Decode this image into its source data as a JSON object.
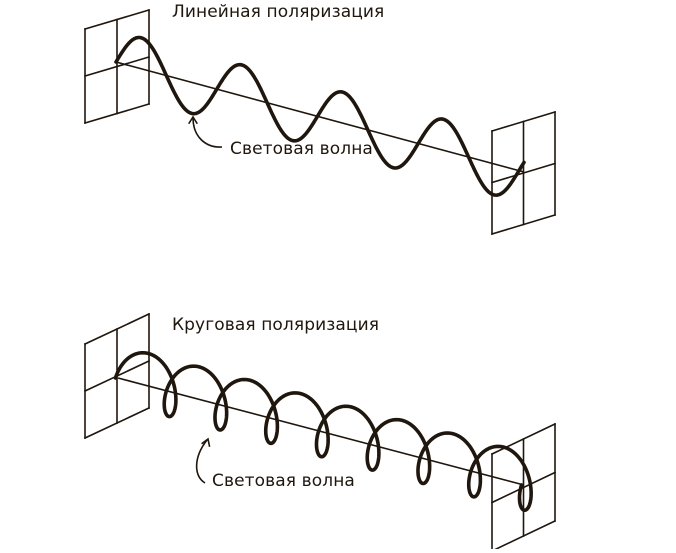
{
  "diagram": {
    "stroke_color": "#1f160d",
    "linear": {
      "title": "Линейная поляризация",
      "wave_label": "Световая волна"
    },
    "circular": {
      "title": "Круговая поляризация",
      "wave_label": "Световая волна"
    }
  }
}
